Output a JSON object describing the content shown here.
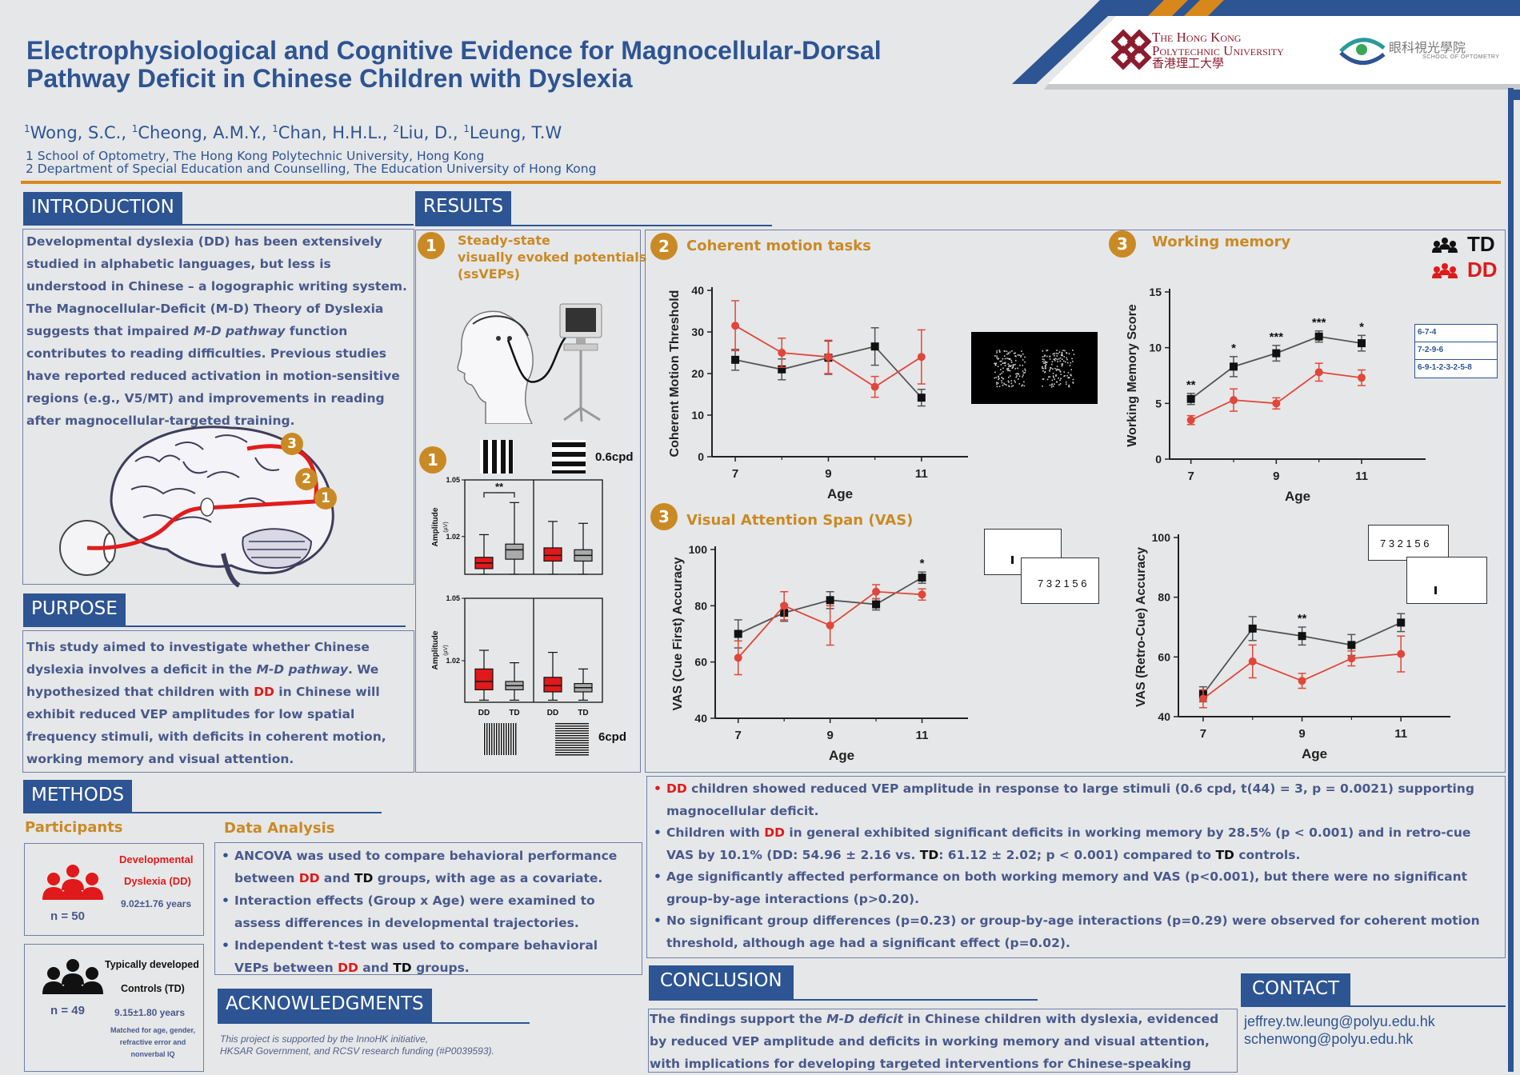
{
  "header": {
    "title_line1": "Electrophysiological and Cognitive Evidence for Magnocellular-Dorsal",
    "title_line2": "Pathway Deficit in Chinese Children with Dyslexia",
    "authors": [
      {
        "sup": "1",
        "name": "Wong, S.C., "
      },
      {
        "sup": "1",
        "name": "Cheong, A.M.Y., "
      },
      {
        "sup": "1",
        "name": "Chan, H.H.L., "
      },
      {
        "sup": "2",
        "name": "Liu, D., "
      },
      {
        "sup": "1",
        "name": "Leung, T.W"
      }
    ],
    "affiliation1": "1 School of Optometry, The Hong Kong Polytechnic University, Hong Kong",
    "affiliation2": "2 Department of Special Education and Counselling, The Education University of Hong Kong",
    "logo_polyu_line1": "The Hong Kong",
    "logo_polyu_line2": "Polytechnic University",
    "logo_polyu_line3": "香港理工大學",
    "logo_optom_cn": "眼科視光學院",
    "logo_optom_en": "SCHOOL OF OPTOMETRY",
    "colors": {
      "navy": "#2d5493",
      "orange": "#d8881a",
      "red": "#e0191a"
    }
  },
  "introduction": {
    "heading": "INTRODUCTION",
    "p1": "Developmental dyslexia (DD) has been extensively studied in alphabetic languages, but less is understood in Chinese – a logographic writing system. The Magnocellular-Deficit (M-D) Theory of Dyslexia suggests that impaired ",
    "p1_em": "M-D pathway",
    "p1_end": " function contributes to reading difficulties. Previous studies have reported reduced activation in motion-sensitive regions (e.g., V5/MT) and improvements in reading after magnocellular-targeted training.",
    "brain_markers": [
      "1",
      "2",
      "3"
    ]
  },
  "purpose": {
    "heading": "PURPOSE",
    "t1": "This study aimed to investigate whether Chinese dyslexia involves a deficit in the ",
    "t1_em": "M-D pathway",
    "t2": ". We hypothesized that children with ",
    "t2_red": "DD",
    "t3": " in Chinese will exhibit reduced VEP amplitudes for low spatial frequency stimuli, with deficits in coherent motion, working memory and visual attention."
  },
  "methods": {
    "heading": "METHODS",
    "participants_heading": "Participants",
    "dd_label_line1": "Developmental",
    "dd_label_line2": "Dyslexia (DD)",
    "dd_n": "n = 50",
    "dd_age": "9.02±1.76 years",
    "td_label_line1": "Typically developed",
    "td_label_line2": "Controls (TD)",
    "td_n": "n = 49",
    "td_age": "9.15±1.80 years",
    "td_note_line1": "Matched for age, gender,",
    "td_note_line2": "refractive error and",
    "td_note_line3": "nonverbal IQ",
    "analysis_heading": "Data Analysis",
    "a1_pre": "ANCOVA was used to compare behavioral performance between ",
    "a1_dd": "DD",
    "a1_and": " and ",
    "a1_td": "TD",
    "a1_post": " groups, with age as a covariate.",
    "a2": "Interaction effects (Group x Age) were examined to assess differences in developmental trajectories.",
    "a3_pre": "Independent t-test was used to compare behavioral VEPs between ",
    "a3_dd": "DD",
    "a3_and": " and ",
    "a3_td": "TD",
    "a3_post": " groups."
  },
  "acknowledgments": {
    "heading": "ACKNOWLEDGMENTS",
    "line1": "This project is supported by the InnoHK initiative,",
    "line2": "HKSAR Government, and RCSV research funding (#P0039593)."
  },
  "results": {
    "heading": "RESULTS",
    "ssvep_num": "1",
    "ssvep_title_l1": "Steady-state",
    "ssvep_title_l2": "visually evoked potentials",
    "ssvep_title_l3": "(ssVEPs)",
    "cm_num": "2",
    "cm_title": "Coherent motion tasks",
    "wm_num": "3",
    "wm_title": "Working memory",
    "vas_num": "3",
    "vas_title": "Visual Attention Span (VAS)",
    "legend_td": "TD",
    "legend_dd": "DD",
    "cpd_low": "0.6cpd",
    "cpd_high": "6cpd",
    "vas_stim1": "7 3 2 1 5 6",
    "vas_stim2": "7 3 2 1 5 6",
    "wm_seq": [
      "6-7-4",
      "7-2-9-6",
      "6-9-1-2-3-2-5-8"
    ],
    "findings": {
      "f1_dd": "DD",
      "f1": " children showed reduced VEP amplitude in response to large stimuli (0.6 cpd, t(44) = 3, p = 0.0021) supporting magnocellular deficit.",
      "f2_pre": "Children with ",
      "f2_dd": "DD",
      "f2_mid": " in general exhibited significant deficits in working memory by 28.5% (p < 0.001) and in retro-cue VAS by 10.1% (DD: 54.96 ± 2.16 vs. ",
      "f2_td": "TD",
      "f2_mid2": ": 61.12 ± 2.02; p < 0.001) compared to ",
      "f2_td2": "TD",
      "f2_post": " controls.",
      "f3": "Age significantly affected performance on both working memory and VAS (p<0.001), but there were no significant group-by-age interactions (p>0.20).",
      "f4": "No significant group differences (p=0.23) or group-by-age interactions (p=0.29) were observed for coherent motion threshold, although age had a significant effect (p=0.02)."
    }
  },
  "conclusion": {
    "heading": "CONCLUSION",
    "t1": "The findings support the ",
    "t1_em": "M-D deficit",
    "t2": " in Chinese children with dyslexia, evidenced by reduced VEP amplitude and deficits in working memory and visual attention, with implications for developing targeted interventions for Chinese-speaking children with DD."
  },
  "contact": {
    "heading": "CONTACT",
    "email1": "jeffrey.tw.leung@polyu.edu.hk",
    "email2": "schenwong@polyu.edu.hk"
  },
  "chart_data": [
    {
      "type": "line",
      "id": "coherent-motion",
      "xlabel": "Age",
      "ylabel": "Coherent Motion Threshold",
      "xlim": [
        6.5,
        12
      ],
      "ylim": [
        0,
        40
      ],
      "xticks": [
        7,
        9,
        11
      ],
      "yticks": [
        0,
        10,
        20,
        30,
        40
      ],
      "x": [
        7,
        8,
        9,
        10,
        11
      ],
      "series": [
        {
          "name": "TD",
          "color": "#111111",
          "values": [
            23.3,
            21,
            23.8,
            26.5,
            14.2
          ],
          "err": [
            2.5,
            2.5,
            4,
            4.5,
            2
          ]
        },
        {
          "name": "DD",
          "color": "#e0473a",
          "values": [
            31.5,
            25,
            24,
            16.8,
            24
          ],
          "err": [
            6,
            3.5,
            4,
            2.5,
            6.5
          ]
        }
      ],
      "sig": []
    },
    {
      "type": "line",
      "id": "working-memory",
      "xlabel": "Age",
      "ylabel": "Working Memory Score",
      "xlim": [
        6.5,
        12.5
      ],
      "ylim": [
        0,
        15
      ],
      "xticks": [
        7,
        9,
        11
      ],
      "yticks": [
        0,
        5,
        10,
        15
      ],
      "x": [
        7,
        8,
        9,
        10,
        11
      ],
      "series": [
        {
          "name": "TD",
          "color": "#111111",
          "values": [
            5.4,
            8.3,
            9.5,
            11,
            10.4
          ],
          "err": [
            0.5,
            0.9,
            0.7,
            0.5,
            0.7
          ]
        },
        {
          "name": "DD",
          "color": "#e0473a",
          "values": [
            3.5,
            5.3,
            5,
            7.8,
            7.3
          ],
          "err": [
            0.4,
            1,
            0.5,
            0.8,
            0.7
          ]
        }
      ],
      "sig": [
        {
          "x": 7,
          "label": "**"
        },
        {
          "x": 8,
          "label": "*"
        },
        {
          "x": 9,
          "label": "***"
        },
        {
          "x": 10,
          "label": "***"
        },
        {
          "x": 11,
          "label": "*"
        }
      ]
    },
    {
      "type": "line",
      "id": "vas-cue-first",
      "xlabel": "Age",
      "ylabel": "VAS (Cue First) Accuracy",
      "xlim": [
        6.5,
        12
      ],
      "ylim": [
        40,
        100
      ],
      "xticks": [
        7,
        9,
        11
      ],
      "yticks": [
        40,
        60,
        80,
        100
      ],
      "x": [
        7,
        8,
        9,
        10,
        11
      ],
      "series": [
        {
          "name": "TD",
          "color": "#111111",
          "values": [
            70,
            77.5,
            82,
            80.5,
            90
          ],
          "err": [
            5,
            3,
            3,
            2,
            2
          ]
        },
        {
          "name": "DD",
          "color": "#e0473a",
          "values": [
            61.5,
            80,
            73,
            85,
            84
          ],
          "err": [
            6,
            5,
            7,
            2.5,
            2
          ]
        }
      ],
      "sig": [
        {
          "x": 11,
          "label": "*"
        }
      ]
    },
    {
      "type": "line",
      "id": "vas-retro-cue",
      "xlabel": "Age",
      "ylabel": "VAS (Retro-Cue) Accuracy",
      "xlim": [
        6.5,
        12
      ],
      "ylim": [
        40,
        100
      ],
      "xticks": [
        7,
        9,
        11
      ],
      "yticks": [
        40,
        60,
        80,
        100
      ],
      "x": [
        7,
        8,
        9,
        10,
        11
      ],
      "series": [
        {
          "name": "TD",
          "color": "#111111",
          "values": [
            47.5,
            69.5,
            67,
            64,
            71.5
          ],
          "err": [
            2.5,
            4,
            3,
            3.5,
            3
          ]
        },
        {
          "name": "DD",
          "color": "#e0473a",
          "values": [
            46,
            58.5,
            52,
            59.5,
            61
          ],
          "err": [
            3,
            5.5,
            2.5,
            2.5,
            6
          ]
        }
      ],
      "sig": [
        {
          "x": 9,
          "label": "**"
        }
      ]
    },
    {
      "type": "box",
      "id": "ssvep-low",
      "ylabel": "Amplitude",
      "yunit": "(µV)",
      "yticks": [
        1.02,
        1.05
      ],
      "categories": [
        "DD",
        "TD",
        "DD",
        "TD"
      ],
      "boxes": [
        {
          "min": 1.0,
          "q1": 1.003,
          "med": 1.006,
          "q3": 1.009,
          "max": 1.021,
          "color": "#e0191a"
        },
        {
          "min": 1.0,
          "q1": 1.008,
          "med": 1.013,
          "q3": 1.016,
          "max": 1.038,
          "color": "#aaaaaa"
        },
        {
          "min": 1.0,
          "q1": 1.007,
          "med": 1.01,
          "q3": 1.014,
          "max": 1.028,
          "color": "#e0191a"
        },
        {
          "min": 1.0,
          "q1": 1.007,
          "med": 1.01,
          "q3": 1.013,
          "max": 1.027,
          "color": "#aaaaaa"
        }
      ],
      "sig": "**"
    },
    {
      "type": "box",
      "id": "ssvep-high",
      "ylabel": "Amplitude",
      "yunit": "(µV)",
      "yticks": [
        1.02,
        1.05
      ],
      "categories": [
        "DD",
        "TD",
        "DD",
        "TD"
      ],
      "boxes": [
        {
          "min": 1.001,
          "q1": 1.006,
          "med": 1.01,
          "q3": 1.016,
          "max": 1.025,
          "color": "#e0191a"
        },
        {
          "min": 1.001,
          "q1": 1.006,
          "med": 1.008,
          "q3": 1.01,
          "max": 1.019,
          "color": "#aaaaaa"
        },
        {
          "min": 1.001,
          "q1": 1.005,
          "med": 1.008,
          "q3": 1.012,
          "max": 1.024,
          "color": "#e0191a"
        },
        {
          "min": 1.001,
          "q1": 1.005,
          "med": 1.007,
          "q3": 1.009,
          "max": 1.016,
          "color": "#aaaaaa"
        }
      ]
    }
  ]
}
